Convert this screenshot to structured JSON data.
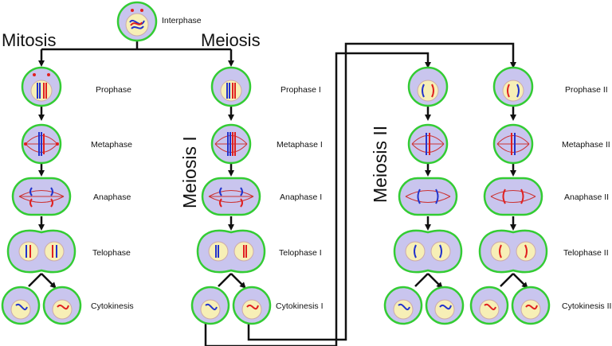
{
  "title_stage": "Interphase",
  "headings": {
    "mitosis": "Mitosis",
    "meiosis": "Meiosis"
  },
  "vertical_labels": {
    "meiosis_1": "Meiosis I",
    "meiosis_2": "Meiosis II"
  },
  "columns": {
    "mitosis": [
      "Prophase",
      "Metaphase",
      "Anaphase",
      "Telophase",
      "Cytokinesis"
    ],
    "meiosis_1": [
      "Prophase I",
      "Metaphase I",
      "Anaphase I",
      "Telophase I",
      "Cytokinesis I"
    ],
    "meiosis_2": [
      "Prophase II",
      "Metaphase II",
      "Anaphase II",
      "Telophase II",
      "Cytokinesis II"
    ]
  },
  "colors": {
    "cell_fill": "#c9c5ee",
    "cell_border": "#33cc33",
    "nucleus": "#f7efb6",
    "chromosome_red": "#e02020",
    "chromosome_blue": "#2233cc",
    "spindle": "#cc3333",
    "arrow": "#111111"
  }
}
